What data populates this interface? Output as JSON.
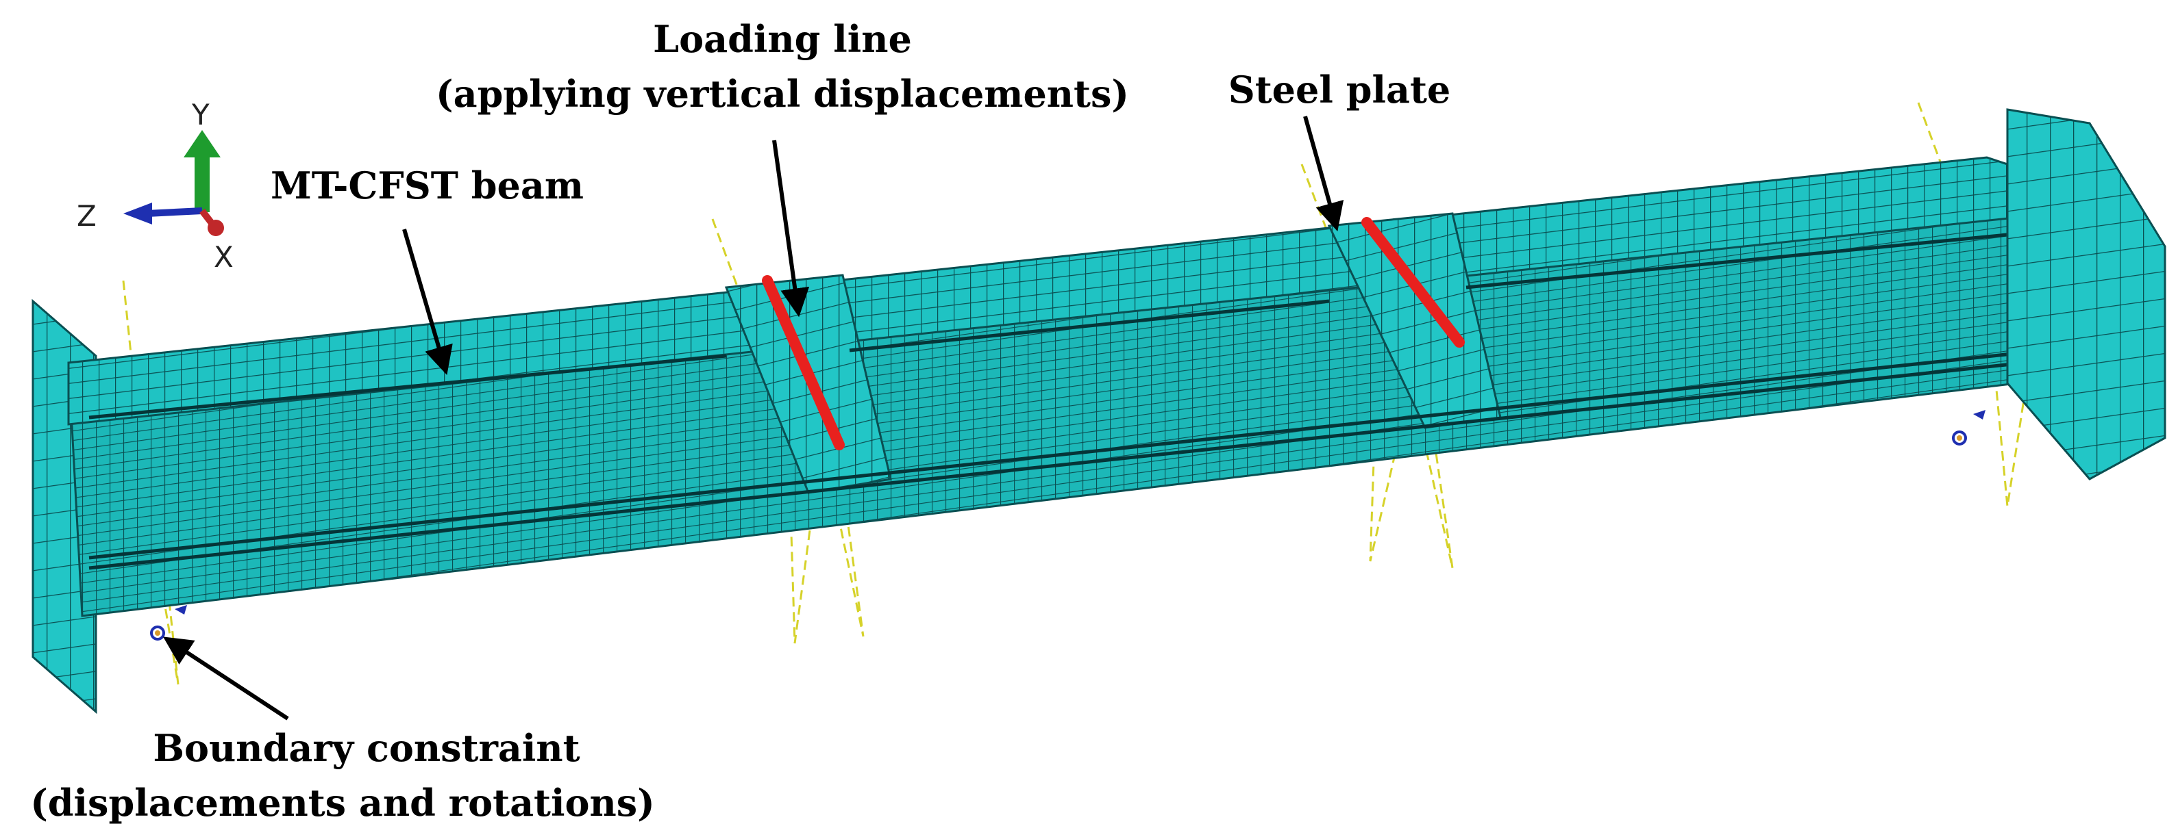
{
  "labels": {
    "loading_line_1": "Loading line",
    "loading_line_2": "(applying vertical displacements)",
    "steel_plate": "Steel plate",
    "beam": "MT-CFST beam",
    "boundary_1": "Boundary  constraint",
    "boundary_2": "(displacements and rotations)"
  },
  "axes": {
    "y": "Y",
    "z": "Z",
    "x": "X"
  },
  "colors": {
    "mesh_fill": "#1fc3c3",
    "mesh_line": "#0a4f52",
    "load_line": "#e8211e",
    "outline_dash": "#d6d22a",
    "axis_y": "#1e9c2e",
    "axis_z": "#1e2fb0",
    "axis_x": "#c0282a"
  }
}
